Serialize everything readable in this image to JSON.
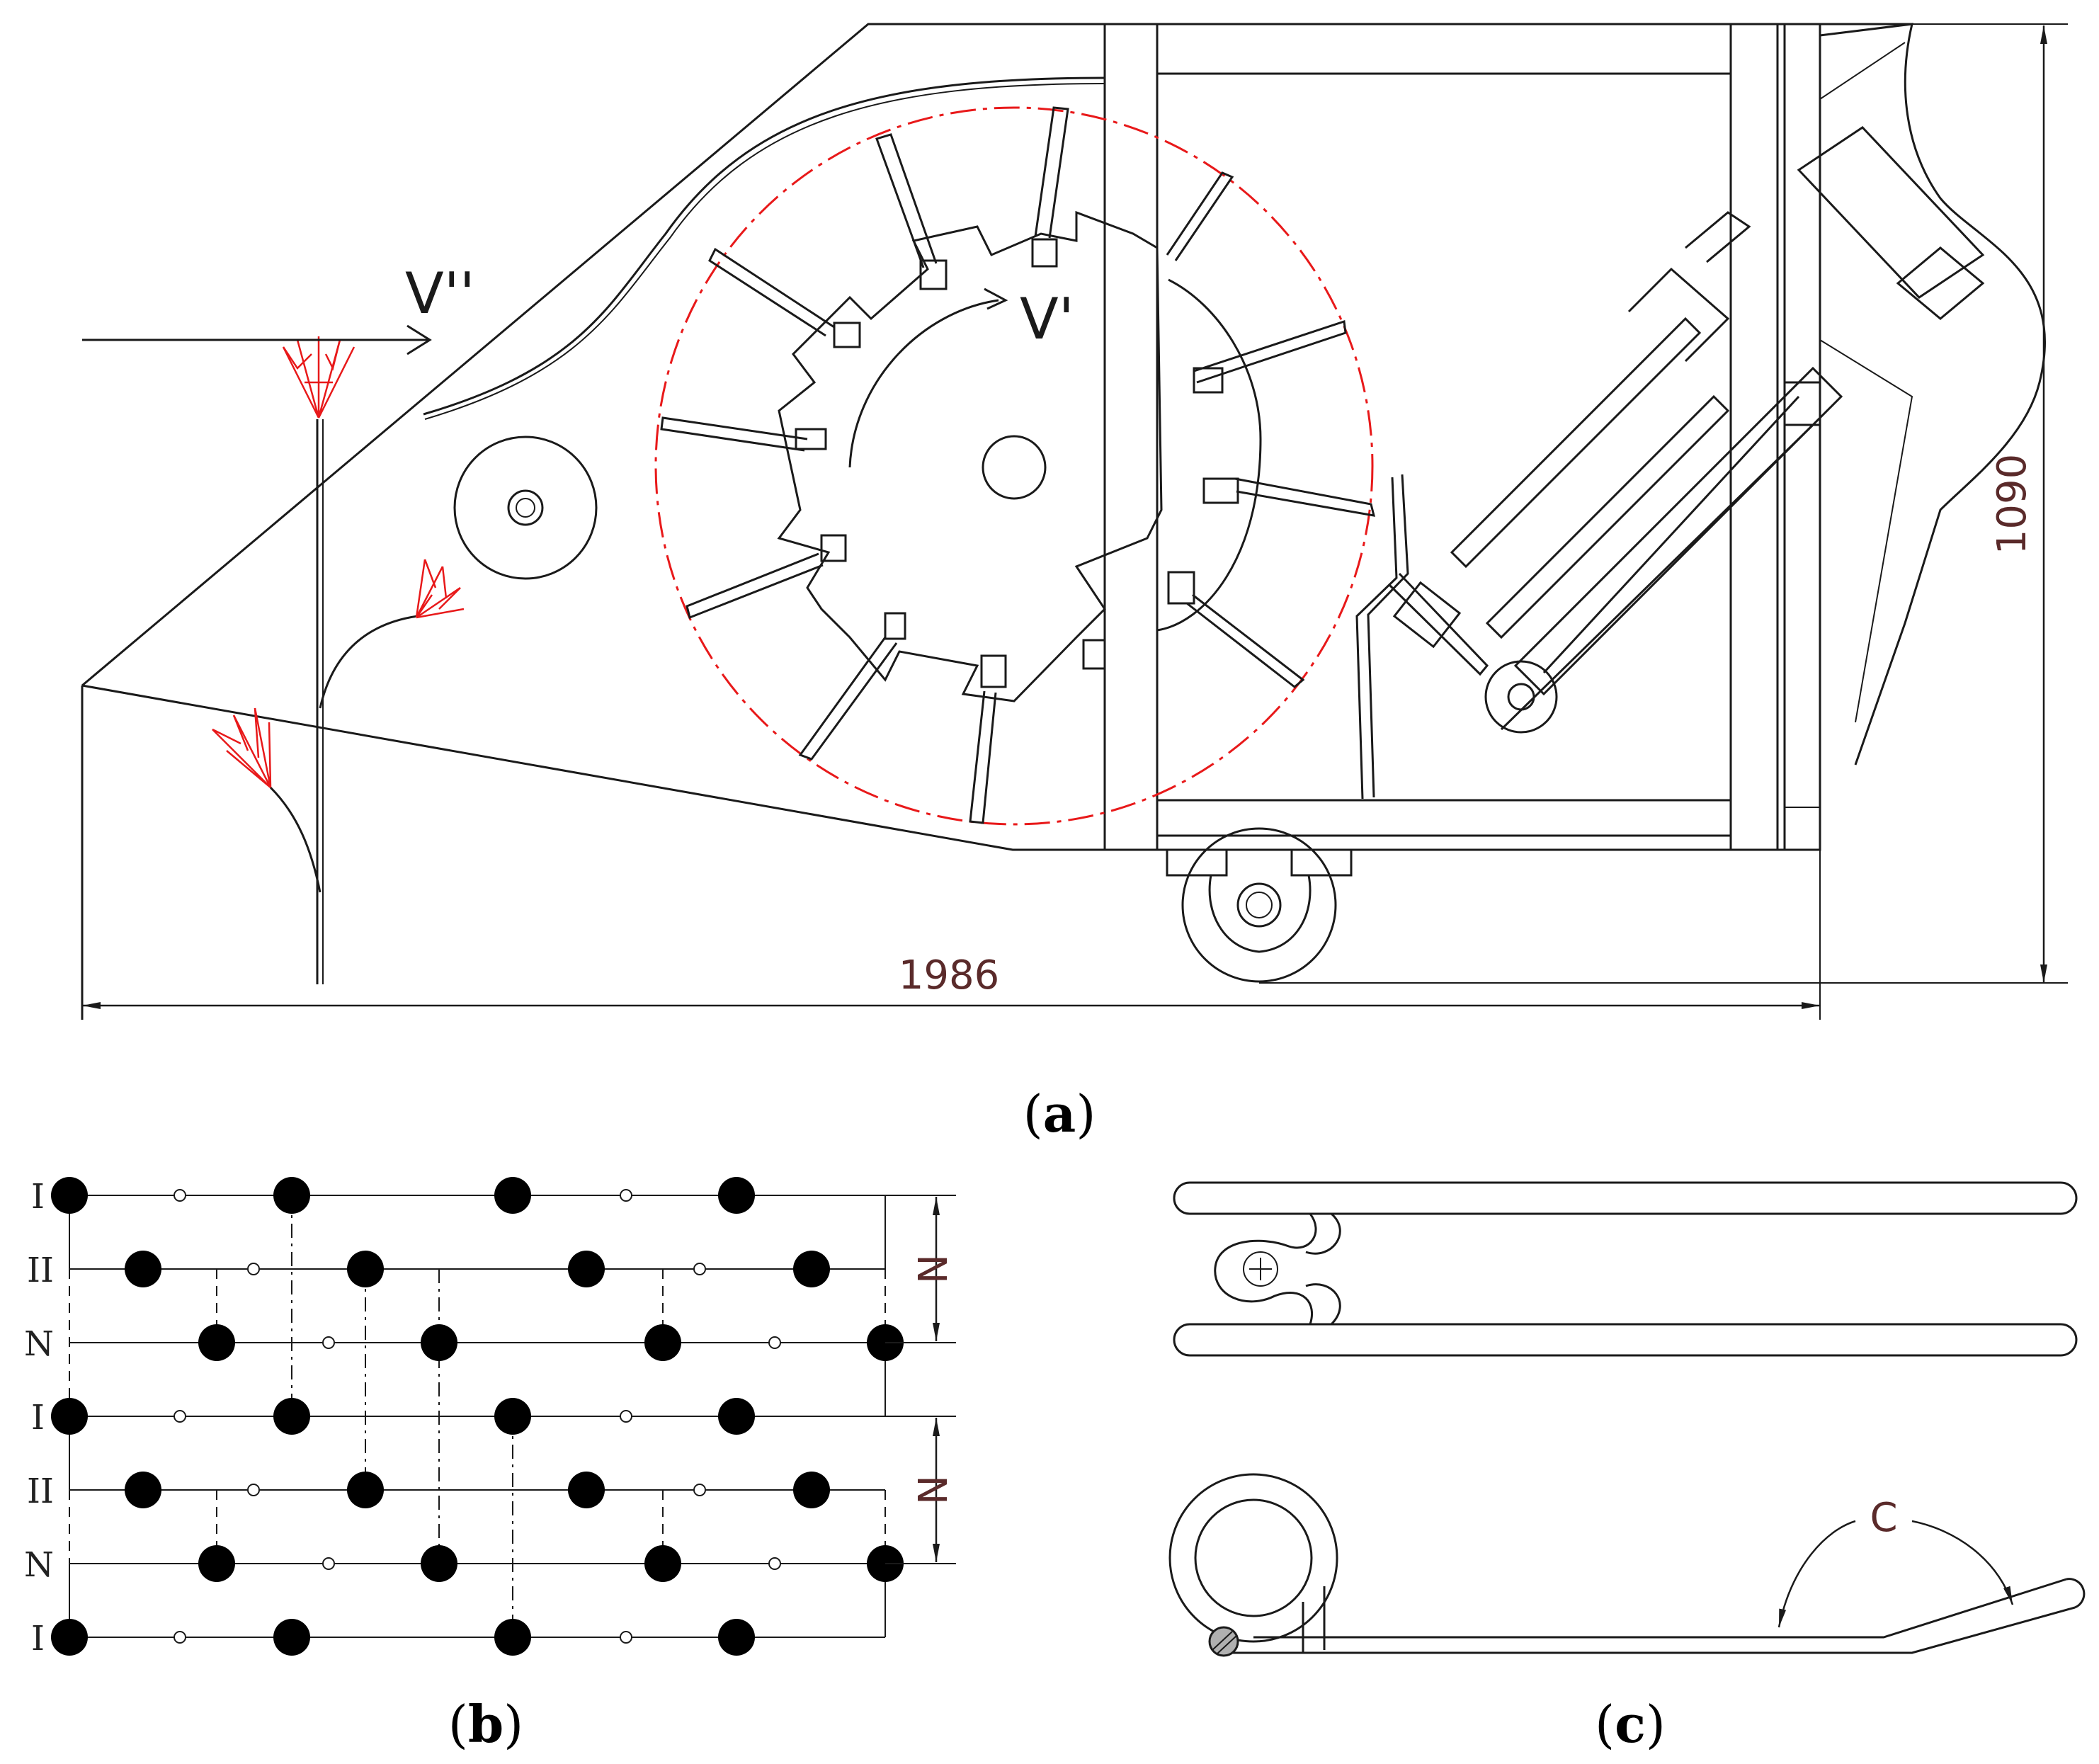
{
  "panel_a": {
    "caption_letter": "a",
    "dimension_width": "1986",
    "dimension_height": "1090",
    "velocity_1": "V''",
    "velocity_2": "V'"
  },
  "panel_b": {
    "caption_letter": "b",
    "row_labels": [
      "I",
      "II",
      "N",
      "I",
      "II",
      "N",
      "I"
    ],
    "dim_label_1": "N",
    "dim_label_2": "N"
  },
  "panel_c": {
    "caption_letter": "c",
    "angle_label": "C"
  },
  "colors": {
    "line": "#1a1a1a",
    "highlight": "#e8191a",
    "dimension_text": "#5a2a2a"
  }
}
